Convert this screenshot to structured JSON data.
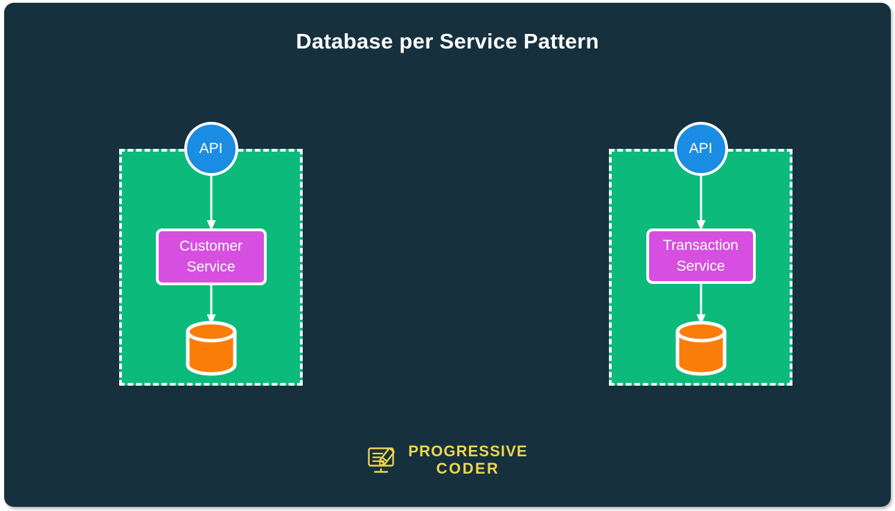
{
  "title": "Database per Service Pattern",
  "colors": {
    "background": "#16303e",
    "group_fill": "#0cba7c",
    "group_border": "#ffffff",
    "api_fill": "#1b8ce3",
    "service_fill": "#d64fe0",
    "database_fill": "#fa7d0a",
    "connector": "#ffffff",
    "title_text": "#ffffff",
    "logo": "#f0d64a"
  },
  "diagram": {
    "type": "architecture-diagram",
    "groups": [
      {
        "id": "customer",
        "api": {
          "label": "API",
          "shape": "circle"
        },
        "service": {
          "label_line_1": "Customer",
          "label_line_2": "Service",
          "shape": "rounded-rect"
        },
        "database": {
          "shape": "cylinder",
          "label": ""
        },
        "edges": [
          {
            "from": "API",
            "to": "Customer Service",
            "style": "arrow"
          },
          {
            "from": "Customer Service",
            "to": "Database",
            "style": "arrow"
          }
        ]
      },
      {
        "id": "transaction",
        "api": {
          "label": "API",
          "shape": "circle"
        },
        "service": {
          "label_line_1": "Transaction",
          "label_line_2": "Service",
          "shape": "rounded-rect"
        },
        "database": {
          "shape": "cylinder",
          "label": ""
        },
        "edges": [
          {
            "from": "API",
            "to": "Transaction Service",
            "style": "arrow"
          },
          {
            "from": "Transaction Service",
            "to": "Database",
            "style": "arrow"
          }
        ]
      }
    ]
  },
  "footer": {
    "logo_icon": "monitor-pencil-icon",
    "brand_line_1": "PROGRESSIVE",
    "brand_line_2": "CODER"
  }
}
